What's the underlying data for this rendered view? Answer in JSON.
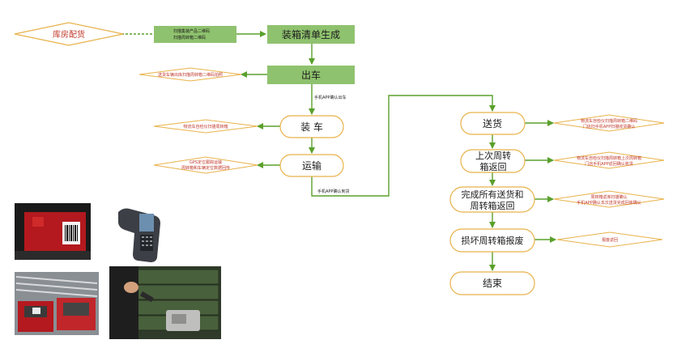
{
  "flow": {
    "start_diamond": "库房配货",
    "scan_box": [
      "扫描集装产品二维码",
      "扫描周转箱二维码"
    ],
    "packing_list": "装箱清单生成",
    "dispatch": "出车",
    "dispatch_note": "送货车辆出库扫描周转箱二维码拍照",
    "handheld_confirm_dispatch": "手机APP确认出车",
    "load": "装 车",
    "load_note": "物流车自检仪扫描周转箱",
    "transport": "运输",
    "transport_note": [
      "GPS定位跟踪运输",
      "周转箱和车辆定位数据回传"
    ],
    "handheld_confirm_arrival": "手机APP确认到货",
    "deliver": "送货",
    "deliver_note": [
      "物流车自检仪扫描周转箱二维码",
      "门店扫手机APP扫描收货确认"
    ],
    "last_return": "上次周转箱返回",
    "last_return_note": [
      "物流车自检仪扫描周转箱上次周转箱",
      "门店手机APP返回确认收货"
    ],
    "complete": "完成所有送货和周转箱返回",
    "complete_note": [
      "周转箱返库扫描确认",
      "手机APP确认本次送货完成回库确认"
    ],
    "scrap": "损坏周转箱报废",
    "scrap_note": "报废返回",
    "end": "结束"
  },
  "colors": {
    "box_fill": "#8fc26e",
    "pill_stroke": "#e8b24a",
    "diamond_stroke": "#e8b24a",
    "connector": "#5aa02c",
    "note_text": "#c0392b"
  }
}
